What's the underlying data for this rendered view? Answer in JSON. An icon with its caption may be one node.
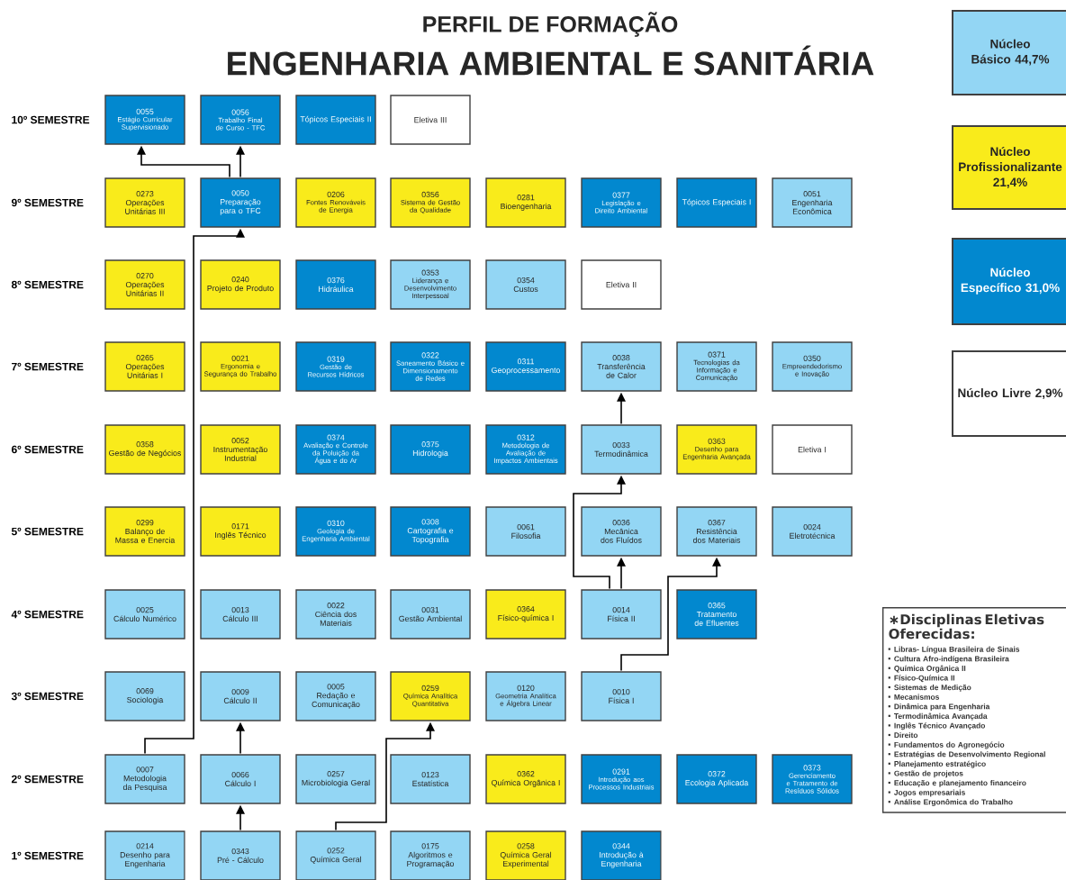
{
  "diagram": {
    "title": "ENGENHARIA AMBIENTAL E SANITÁRIA",
    "nodes": [
      {
        "text": [
          "0055",
          "Estágio Curricular Supervisionado"
        ]
      },
      {
        "text": [
          "0056",
          "Trabalho Final de Curso - TFC"
        ]
      },
      {
        "text": [
          "Tópicos Especiais II"
        ]
      },
      {
        "text": [
          "Eletiva III"
        ]
      },
      {
        "text": [
          "0273",
          "Operações Unitárias III"
        ]
      },
      {
        "text": [
          "0050",
          "Preparação para o TFC"
        ]
      },
      {
        "text": [
          "0206",
          "Fontes Renováveis de Energia"
        ]
      },
      {
        "text": [
          "0356",
          "Sistema de Gestão da Qualidade"
        ]
      },
      {
        "text": [
          "0281",
          "Bioengenharia"
        ]
      },
      {
        "text": [
          "0377",
          "Legislação e Direito Ambiental"
        ]
      },
      {
        "text": [
          "Tópicos Especiais I"
        ]
      },
      {
        "text": [
          "0051",
          "Engenharia Econômica"
        ]
      },
      {
        "text": [
          "0270",
          "Operações Unitárias II"
        ]
      },
      {
        "text": [
          "0240",
          "Projeto de Produto"
        ]
      },
      {
        "text": [
          "0376",
          "Hidráulica"
        ]
      },
      {
        "text": [
          "0353",
          "Liderança e Desenvolvimento Interpessoal"
        ]
      },
      {
        "text": [
          "0354",
          "Custos"
        ]
      },
      {
        "text": [
          "Eletiva II"
        ]
      },
      {
        "text": [
          "0265",
          "Operações Unitárias I"
        ]
      },
      {
        "text": [
          "0021",
          "Ergonomia e Segurança do Trabalho"
        ]
      },
      {
        "text": [
          "0319",
          "Gestão de Recursos Hídricos"
        ]
      },
      {
        "text": [
          "0322",
          "Saneamento Básico e Dimensionamento de Redes"
        ]
      },
      {
        "text": [
          "0311",
          "Geoprocessamento"
        ]
      },
      {
        "text": [
          "0038",
          "Transferência de Calor"
        ]
      },
      {
        "text": [
          "0371",
          "Tecnologias da Informação e Comunicação"
        ]
      },
      {
        "text": [
          "0350",
          "Empreendedorismo e Inovação"
        ]
      },
      {
        "text": [
          "0358",
          "Gestão de Negócios"
        ]
      },
      {
        "text": [
          "0052",
          "Instrumentação Industrial"
        ]
      },
      {
        "text": [
          "0374",
          "Avaliação e Controle da Poluição da Água e do Ar"
        ]
      },
      {
        "text": [
          "0375",
          "Hidrologia"
        ]
      },
      {
        "text": [
          "0312",
          "Metodologia de Avaliação de Impactos Ambientais"
        ]
      },
      {
        "text": [
          "0033",
          "Termodinâmica"
        ]
      },
      {
        "text": [
          "0363",
          "Desenho para Engenharia Avançada"
        ]
      },
      {
        "text": [
          "Eletiva I"
        ]
      },
      {
        "text": [
          "0299",
          "Balanço de Massa e Enercia"
        ]
      },
      {
        "text": [
          "0171",
          "Inglês Técnico"
        ]
      },
      {
        "text": [
          "0310",
          "Geologia de Engenharia Ambiental"
        ]
      },
      {
        "text": [
          "0308",
          "Cartografia e Topografia"
        ]
      },
      {
        "text": [
          "0061",
          "Filosofia"
        ]
      },
      {
        "text": [
          "0036",
          "Mecânica dos Fluídos"
        ]
      },
      {
        "text": [
          "0367",
          "Resistência dos Materiais"
        ]
      },
      {
        "text": [
          "0024",
          "Eletrotécnica"
        ]
      },
      {
        "text": [
          "0025",
          "Cálculo Numérico"
        ]
      },
      {
        "text": [
          "0013",
          "Cálculo III"
        ]
      },
      {
        "text": [
          "0022",
          "Ciência dos Materiais"
        ]
      },
      {
        "text": [
          "0031",
          "Gestão Ambiental"
        ]
      },
      {
        "text": [
          "0364",
          "Físico-química I"
        ]
      },
      {
        "text": [
          "0014",
          "Física II"
        ]
      },
      {
        "text": [
          "0365",
          "Tratamento de Efluentes"
        ]
      },
      {
        "text": [
          "0069",
          "Sociologia"
        ]
      },
      {
        "text": [
          "0009",
          "Cálculo II"
        ]
      },
      {
        "text": [
          "0005",
          "Redação e Comunicação"
        ]
      },
      {
        "text": [
          "0259",
          "Química Analítica Quantitativa"
        ]
      },
      {
        "text": [
          "0120",
          "Geometria Analítica e Álgebra Linear"
        ]
      },
      {
        "text": [
          "0010",
          "Física I"
        ]
      },
      {
        "text": [
          "0007",
          "Metodologia da Pesquisa"
        ]
      },
      {
        "text": [
          "0066",
          "Cálculo I"
        ]
      },
      {
        "text": [
          "0257",
          "Microbiologia Geral"
        ]
      },
      {
        "text": [
          "0123",
          "Estatística"
        ]
      },
      {
        "text": [
          "0362",
          "Química Orgânica I"
        ]
      },
      {
        "text": [
          "0291",
          "Introdução aos Processos Industriais"
        ]
      },
      {
        "text": [
          "0372",
          "Ecologia Aplicada"
        ]
      },
      {
        "text": [
          "0373",
          "Gerenciamento e Tratamento de Resíduos Sólidos"
        ]
      },
      {
        "text": [
          "0214",
          "Desenho para Engenharia"
        ]
      },
      {
        "text": [
          "0343",
          "Pré - Cálculo"
        ]
      },
      {
        "text": [
          "0252",
          "Química Geral"
        ]
      },
      {
        "text": [
          "0175",
          "Algoritmos e Programação"
        ]
      },
      {
        "text": [
          "0258",
          "Química Geral Experimental"
        ]
      },
      {
        "text": [
          "0344",
          "Introdução à Engenharia"
        ]
      },
      {
        "text": [
          "∗Disciplinas Eletivas Oferecidas:",
          "Libras- Língua Brasileira de Sinais",
          "Cultura Afro-indígena Brasileira",
          "Química Orgânica II",
          "Físico-Química II",
          "Sistemas de Medição",
          "Mecanismos",
          "Dinâmica para Engenharia",
          "Termodinâmica Avançada",
          "Inglês Técnico Avançado",
          "Direito",
          "Fundamentos do Agronegócio",
          "Estratégias de Desenvolvimento Regional",
          "Planejamento estratégico",
          "Gestão de projetos",
          "Educação e planejamento financeiro",
          "Jogos empresariais",
          "Análise Ergonômica do Trabalho"
        ]
      }
    ],
    "edges": [
      {
        "from": 5,
        "to": 0,
        "arrow": "to"
      },
      {
        "from": 5,
        "to": 1,
        "arrow": "to"
      },
      {
        "from": 55,
        "to": 5,
        "arrow": "to"
      },
      {
        "from": 64,
        "to": 56,
        "arrow": "to"
      },
      {
        "from": 56,
        "to": 50,
        "arrow": "to"
      },
      {
        "from": 65,
        "to": 52,
        "arrow": "to"
      },
      {
        "from": 54,
        "to": 40,
        "arrow": "to"
      },
      {
        "from": 47,
        "to": 39,
        "arrow": "to"
      },
      {
        "from": 47,
        "to": 31,
        "arrow": "to"
      },
      {
        "from": 31,
        "to": 23,
        "arrow": "to"
      }
    ],
    "labels": [
      "PERFIL DE FORMAÇÃO",
      "10º SEMESTRE",
      "9º SEMESTRE",
      "8º SEMESTRE",
      "7º SEMESTRE",
      "6º SEMESTRE",
      "5º SEMESTRE",
      "4º SEMESTRE",
      "3º SEMESTRE",
      "2º SEMESTRE",
      "1º SEMESTRE"
    ],
    "legend": [
      {
        "text": "Núcleo Básico 44,7%",
        "color": "#93d6f4"
      },
      {
        "text": "Núcleo Profissionalizante 21,4%",
        "color": "#f9eb1b"
      },
      {
        "text": "Núcleo Específico 31,0%",
        "color": "#0288cf"
      },
      {
        "text": "Núcleo Livre 2,9%",
        "color": "#ffffff"
      }
    ]
  }
}
